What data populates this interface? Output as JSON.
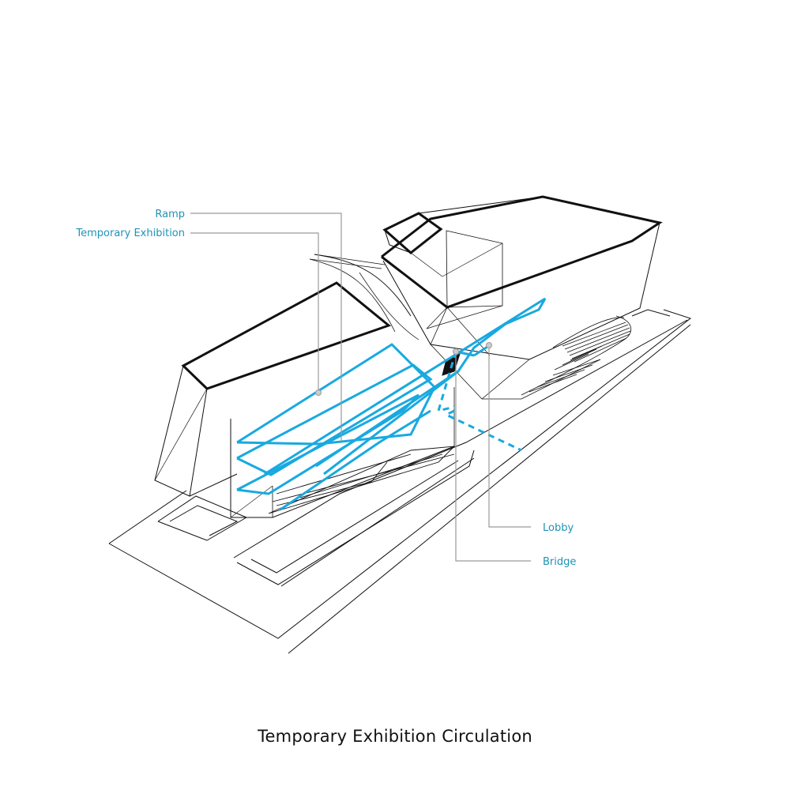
{
  "caption": "Temporary Exhibition Circulation",
  "colors": {
    "circulation": "#19a9e0",
    "label": "#1f93b6",
    "leader": "#9a9a9a",
    "outline": "#111111"
  },
  "callouts": {
    "ramp": "Ramp",
    "temporary_exhibition": "Temporary Exhibition",
    "lobby": "Lobby",
    "bridge": "Bridge"
  }
}
